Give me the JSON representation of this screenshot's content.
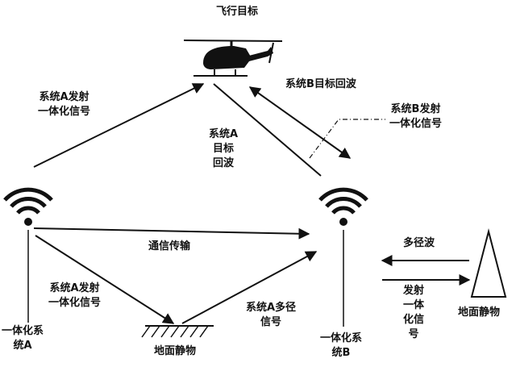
{
  "labels": {
    "flying_target": "飞行目标",
    "sysA_emit_top": "系统A发射\n一体化信号",
    "sysA_echo": "系统A\n目标\n回波",
    "sysB_echo": "系统B目标回波",
    "sysB_emit_top": "系统B发射\n一体化信号",
    "comm": "通信传输",
    "sysA_emit_low": "系统A发射\n一体化信号",
    "sysA_multipath": "系统A多径\n信号",
    "multipath_wave": "多径波",
    "sysB_emit_right": "发射\n一体\n化信\n号",
    "ground_obj_mid": "地面静物",
    "ground_obj_right": "地面静物",
    "system_a": "一体化系\n统A",
    "system_b": "一体化系\n统B"
  },
  "colors": {
    "ink": "#111111",
    "background": "#ffffff"
  },
  "icons": {
    "helicopter": "helicopter-icon",
    "antenna_a": "wifi-icon",
    "antenna_b": "wifi-icon",
    "ground_object": "triangle-icon",
    "ground_plane": "hatched-ground"
  }
}
